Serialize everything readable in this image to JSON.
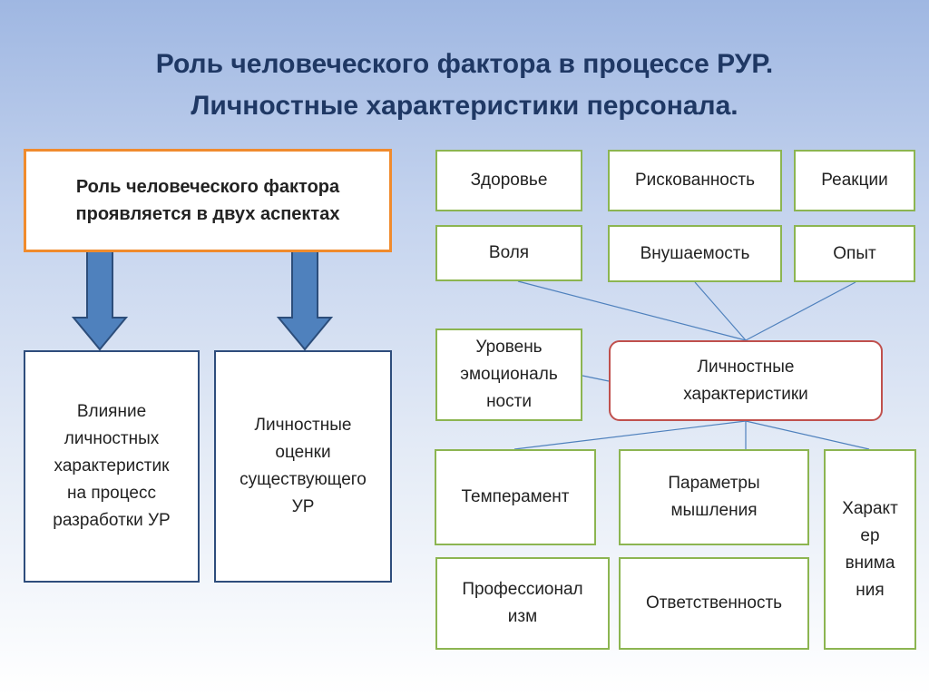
{
  "title": {
    "line1": "Роль человеческого фактора в процессе РУР.",
    "line2": "Личностные характеристики персонала."
  },
  "left": {
    "main": "Роль человеческого фактора\nпроявляется в двух аспектах",
    "aspect1": "Влияние\nличностных\nхарактеристик\nна процесс\nразработки УР",
    "aspect2": "Личностные\nоценки\nсуществующего\nУР"
  },
  "center": "Личностные\nхарактеристики",
  "top_traits": {
    "health": "Здоровье",
    "risk": "Рискованность",
    "reactions": "Реакции",
    "will": "Воля",
    "suggestibility": "Внушаемость",
    "experience": "Опыт"
  },
  "emotion": "Уровень\nэмоциональ\nности",
  "bottom_traits": {
    "temperament": "Темперамент",
    "thinking": "Параметры\nмышления",
    "attention": "Характ\nер\nвнима\nния",
    "professionalism": "Профессионал\nизм",
    "responsibility": "Ответственность"
  },
  "colors": {
    "title": "#1f3864",
    "arrow_fill": "#4f81bd",
    "arrow_stroke": "#2c4d7a",
    "connector": "#4f81bd",
    "green_border": "#8cb551",
    "navy_border": "#2e4d7c",
    "orange_border": "#f08b2d",
    "red_border": "#c0504d"
  }
}
